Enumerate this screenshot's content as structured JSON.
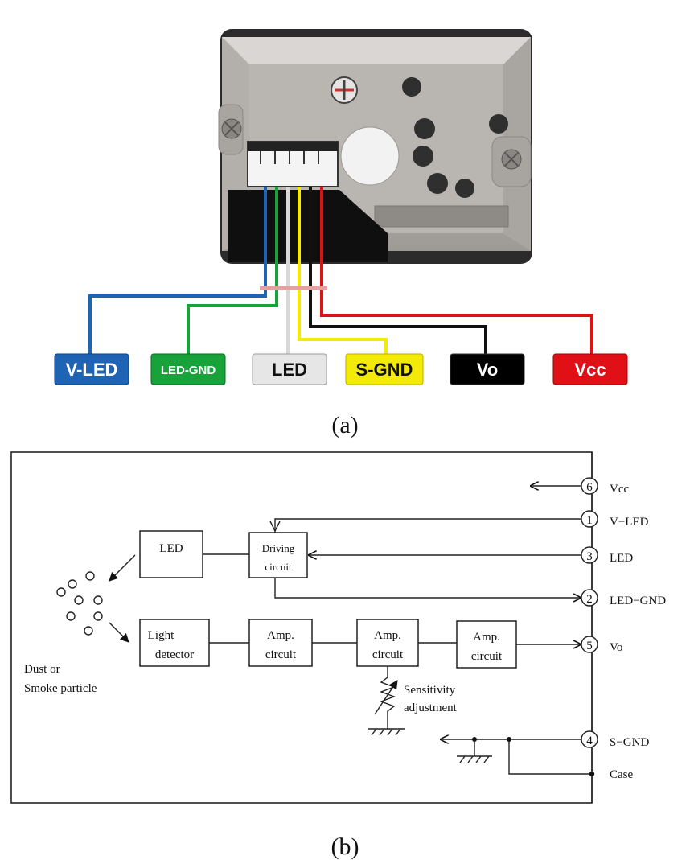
{
  "panel_a": {
    "caption": "(a)",
    "pins": [
      {
        "label": "V-LED",
        "color": "#1f64b4",
        "text_color": "#ffffff"
      },
      {
        "label": "LED-GND",
        "color": "#17a23a",
        "text_color": "#ffffff"
      },
      {
        "label": "LED",
        "color": "#e6e6e6",
        "text_color": "#111111"
      },
      {
        "label": "S-GND",
        "color": "#f4ea08",
        "text_color": "#111111"
      },
      {
        "label": "Vo",
        "color": "#000000",
        "text_color": "#ffffff"
      },
      {
        "label": "Vcc",
        "color": "#e01016",
        "text_color": "#ffffff"
      }
    ]
  },
  "panel_b": {
    "caption": "(b)",
    "blocks": {
      "led": "LED",
      "driving_line1": "Driving",
      "driving_line2": "circuit",
      "light_line1": "Light",
      "light_line2": "detector",
      "amp1_line1": "Amp.",
      "amp1_line2": "circuit",
      "amp2_line1": "Amp.",
      "amp2_line2": "circuit",
      "amp3_line1": "Amp.",
      "amp3_line2": "circuit"
    },
    "terminals": [
      {
        "num": "6",
        "label": "Vcc"
      },
      {
        "num": "1",
        "label": "V−LED"
      },
      {
        "num": "3",
        "label": "LED"
      },
      {
        "num": "2",
        "label": "LED−GND"
      },
      {
        "num": "5",
        "label": "Vo"
      },
      {
        "num": "4",
        "label": "S−GND"
      }
    ],
    "case_label": "Case",
    "particle_line1": "Dust or",
    "particle_line2": "Smoke particle",
    "sensitivity_line1": "Sensitivity",
    "sensitivity_line2": "adjustment"
  }
}
